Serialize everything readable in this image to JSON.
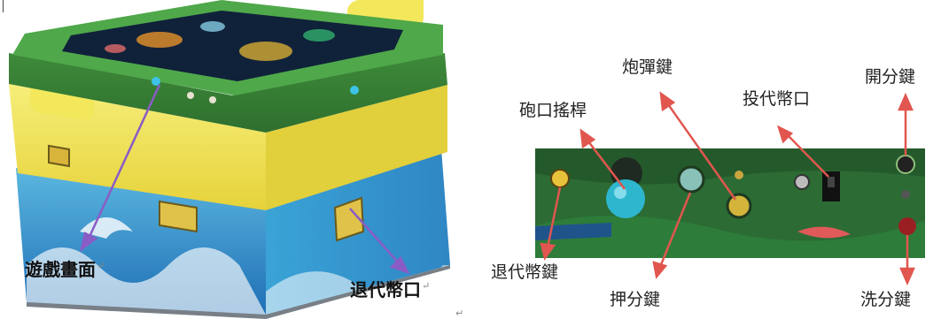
{
  "left_labels": {
    "game_screen": "遊戲畫面",
    "coin_return_port": "退代幣口"
  },
  "right_labels": {
    "cannon_joystick": "砲口搖桿",
    "fire_key": "炮彈鍵",
    "coin_insert_port": "投代幣口",
    "open_score_key": "開分鍵",
    "coin_return_key": "退代幣鍵",
    "bet_key": "押分鍵",
    "clear_score_key": "洗分鍵"
  },
  "colors": {
    "arrow_purple": "#8a5cc6",
    "arrow_red": "#e1564f"
  }
}
